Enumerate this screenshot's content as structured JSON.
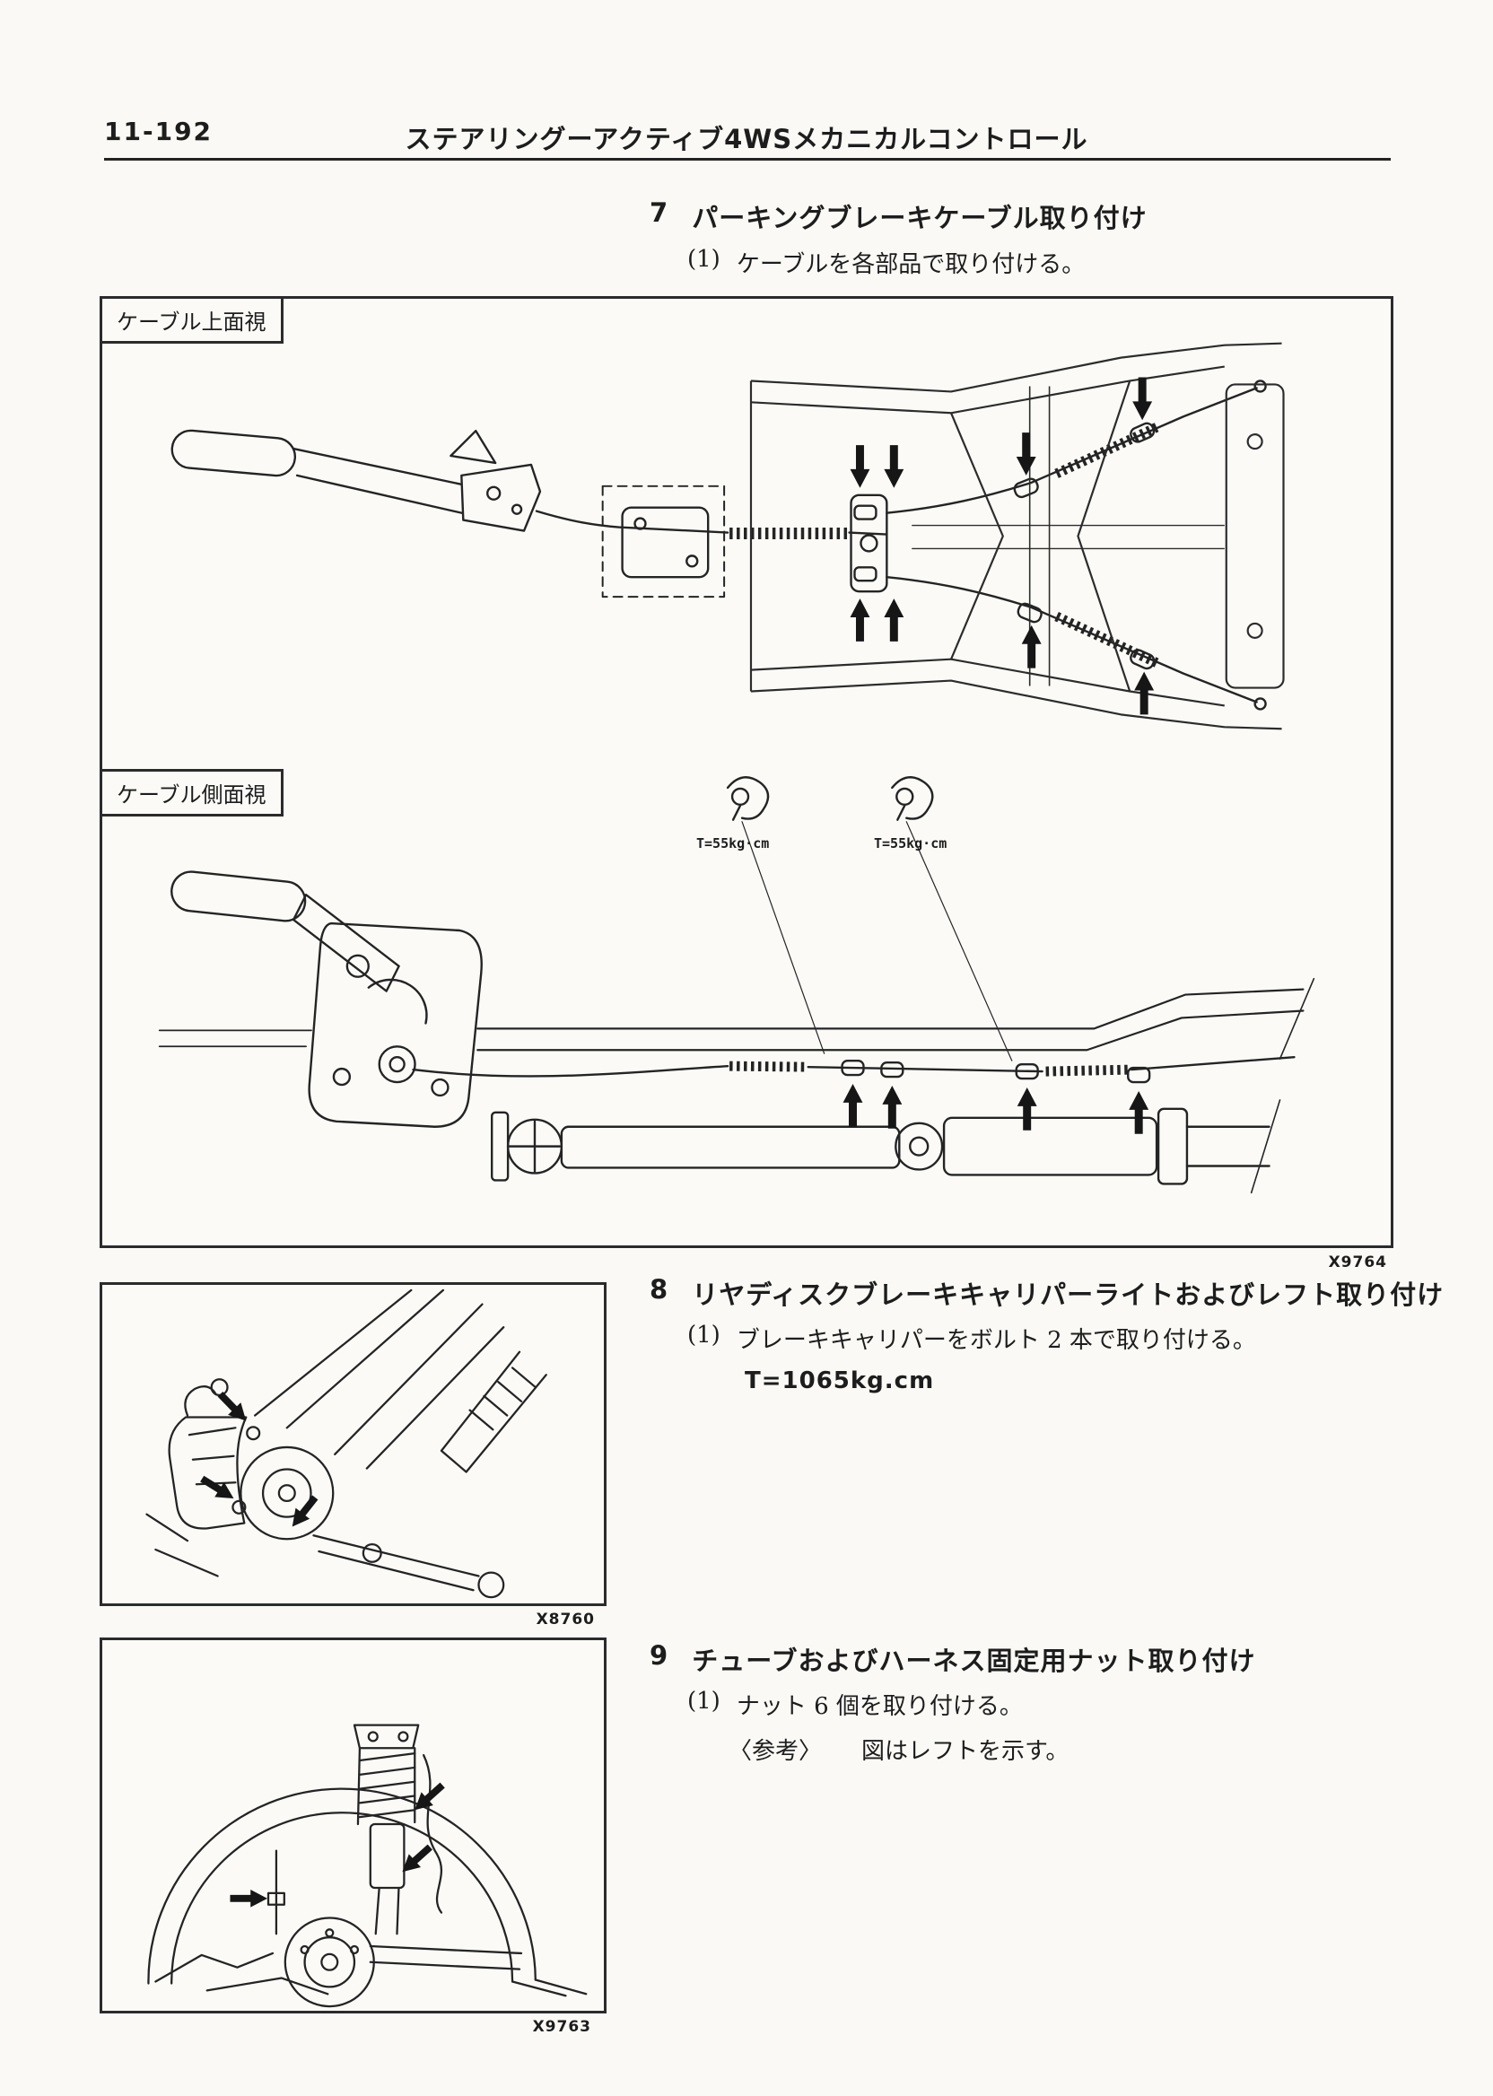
{
  "page": {
    "number": "11-192",
    "title": "ステアリングーアクティブ4WSメカニカルコントロール"
  },
  "section7": {
    "num": "7",
    "title": "パーキングブレーキケーブル取り付け",
    "step_num": "(1)",
    "step_text": "ケーブルを各部品で取り付ける。"
  },
  "section8": {
    "num": "8",
    "title": "リヤディスクブレーキキャリパーライトおよびレフト取り付け",
    "step_num": "(1)",
    "step_text": "ブレーキキャリパーをボルト 2 本で取り付ける。",
    "torque": "T=1065kg.cm"
  },
  "section9": {
    "num": "9",
    "title": "チューブおよびハーネス固定用ナット取り付け",
    "step_num": "(1)",
    "step_text": "ナット 6 個を取り付ける。",
    "note_label": "〈参考〉",
    "note_text": "図はレフトを示す。"
  },
  "cable_figure": {
    "top_view_label": "ケーブル上面視",
    "side_view_label": "ケーブル側面視",
    "torque_left": "T=55kg·cm",
    "torque_right": "T=55kg·cm",
    "figure_id": "X9764"
  },
  "caliper_figure": {
    "figure_id": "X8760"
  },
  "wheelhouse_figure": {
    "figure_id": "X9763"
  },
  "colors": {
    "ink": "#1d1d1d",
    "paper": "#faf9f5"
  }
}
